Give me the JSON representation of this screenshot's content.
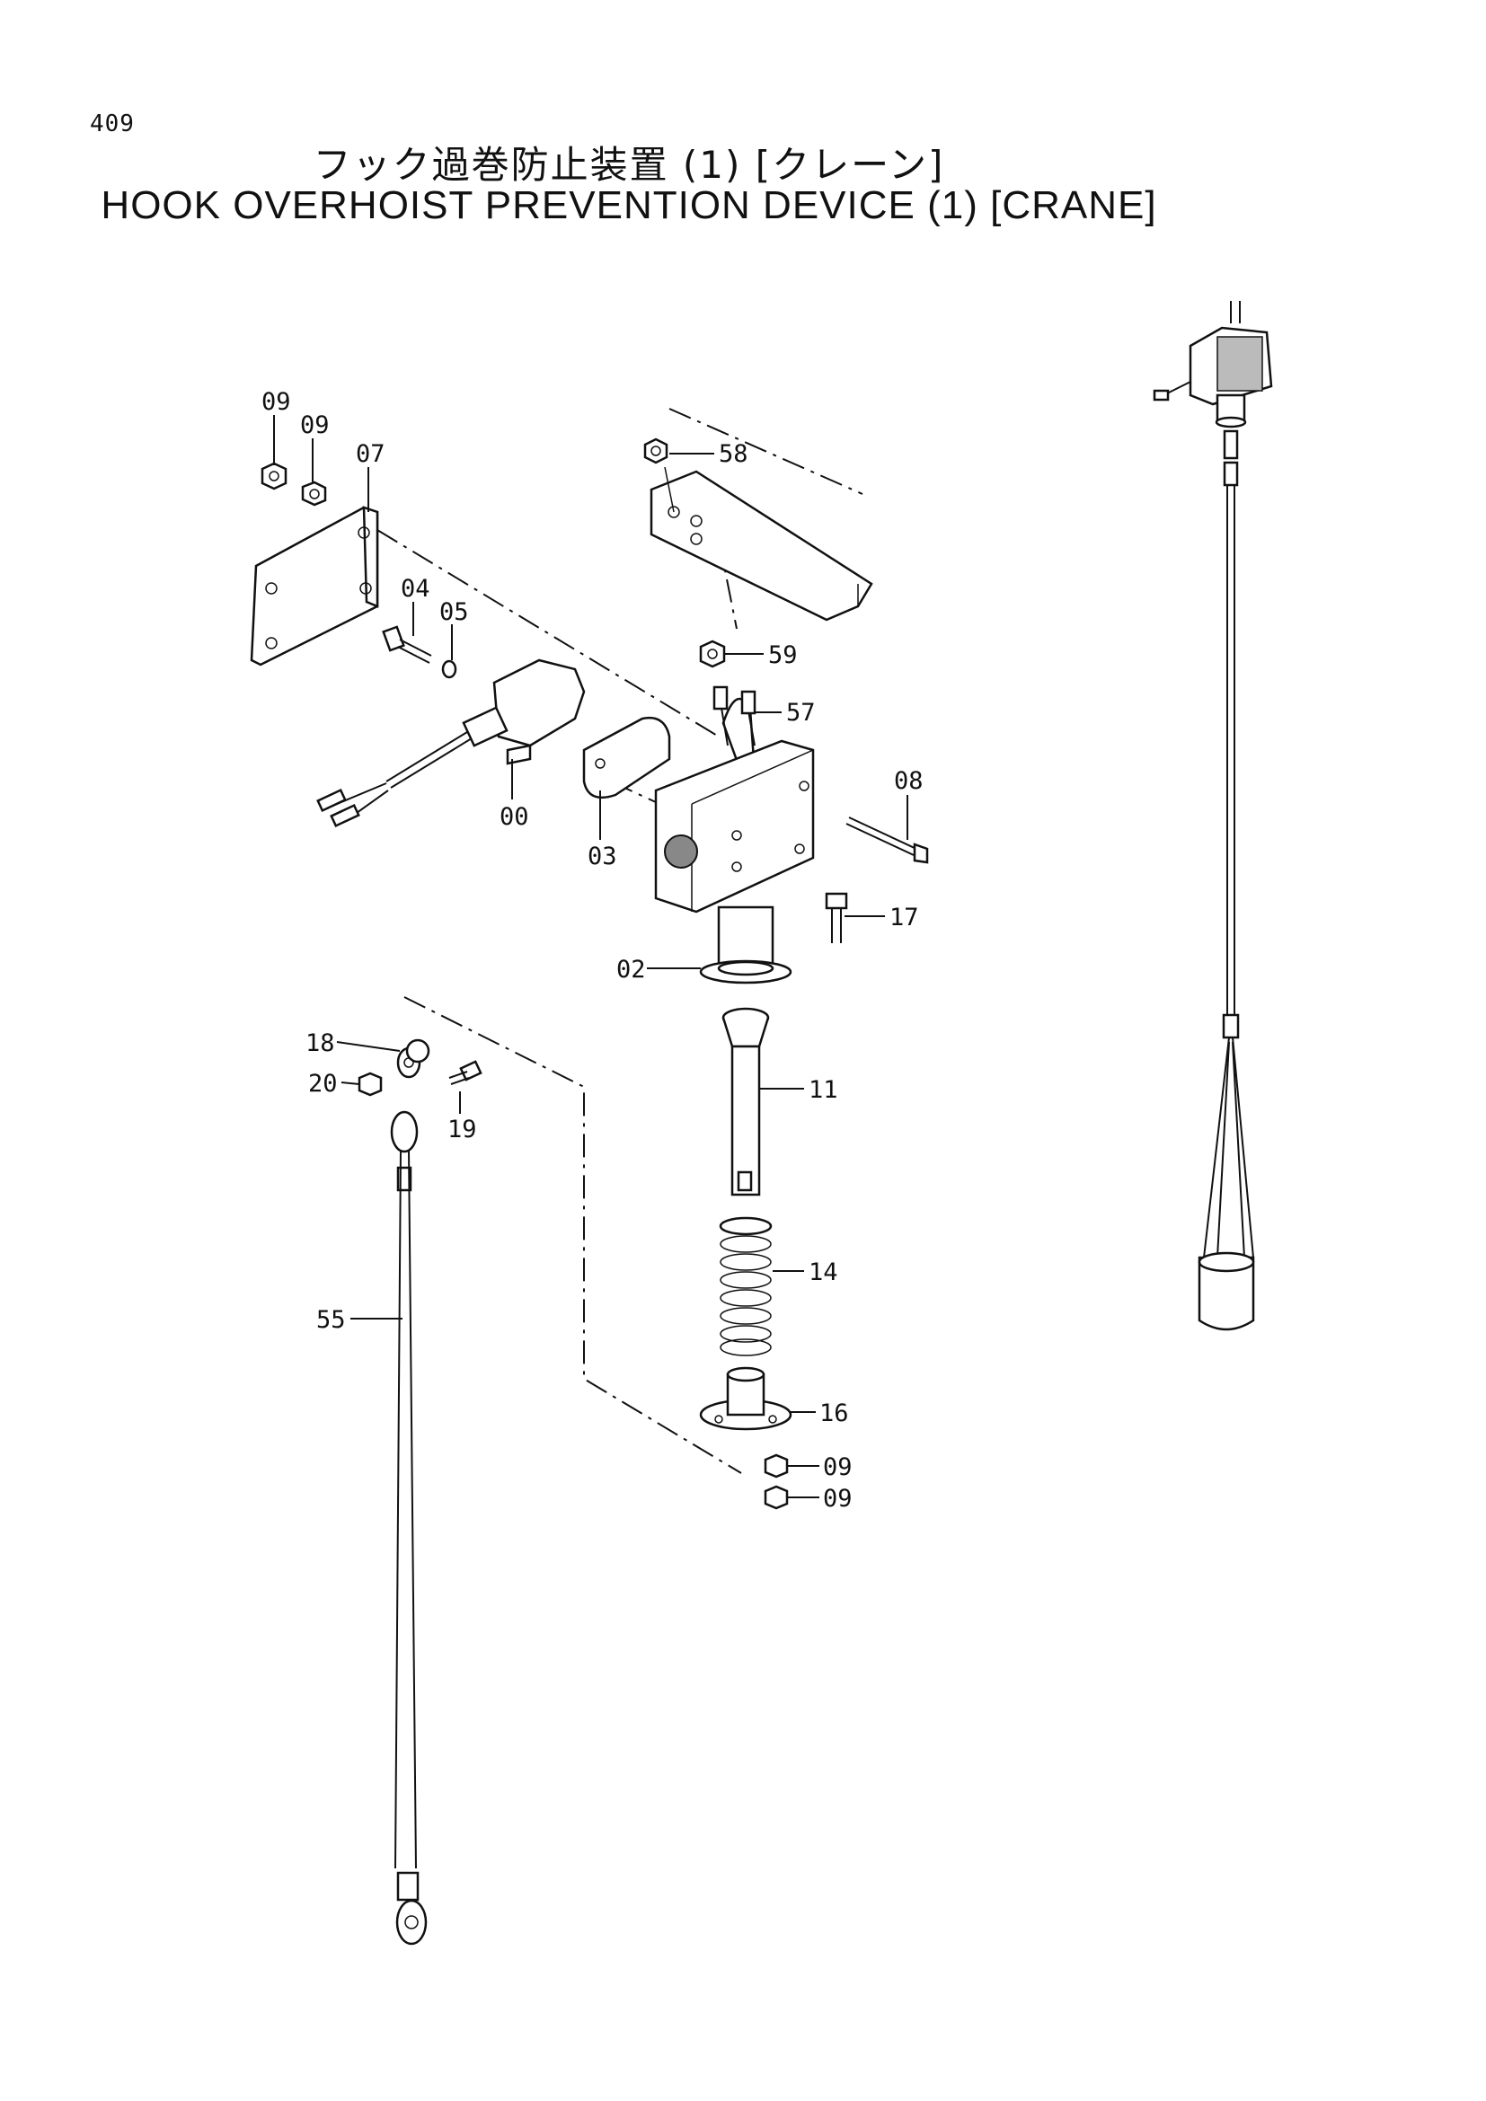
{
  "page": {
    "number": "409",
    "title_jp": "フック過巻防止装置 (1) [クレーン]",
    "title_en": "HOOK OVERHOIST PREVENTION DEVICE (1) [CRANE]"
  },
  "part_labels": {
    "p09a": "09",
    "p09b": "09",
    "p07": "07",
    "p58": "58",
    "p04": "04",
    "p05": "05",
    "p59": "59",
    "p57": "57",
    "p08": "08",
    "p00": "00",
    "p03": "03",
    "p17": "17",
    "p02": "02",
    "p18": "18",
    "p20": "20",
    "p19": "19",
    "p11": "11",
    "p14": "14",
    "p55": "55",
    "p16": "16",
    "p09c": "09",
    "p09d": "09"
  }
}
